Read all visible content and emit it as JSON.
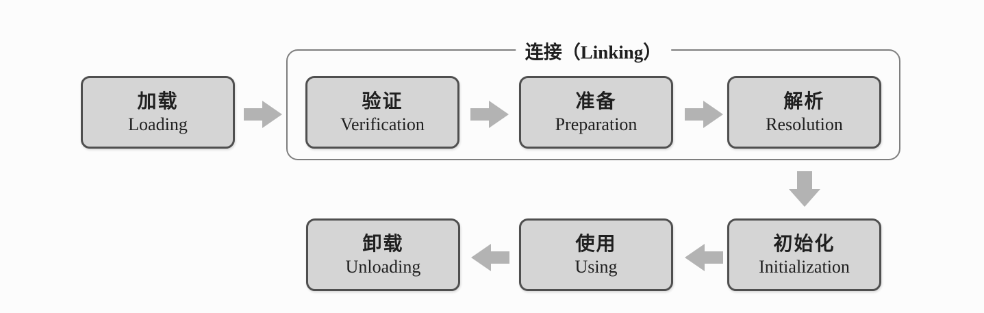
{
  "diagram": {
    "type": "flowchart",
    "group": {
      "label": "连接（Linking）"
    },
    "nodes": [
      {
        "id": "loading",
        "zh": "加载",
        "en": "Loading"
      },
      {
        "id": "verification",
        "zh": "验证",
        "en": "Verification"
      },
      {
        "id": "preparation",
        "zh": "准备",
        "en": "Preparation"
      },
      {
        "id": "resolution",
        "zh": "解析",
        "en": "Resolution"
      },
      {
        "id": "initialization",
        "zh": "初始化",
        "en": "Initialization"
      },
      {
        "id": "using",
        "zh": "使用",
        "en": "Using"
      },
      {
        "id": "unloading",
        "zh": "卸载",
        "en": "Unloading"
      }
    ],
    "edges": [
      {
        "from": "loading",
        "to": "verification",
        "direction": "right"
      },
      {
        "from": "verification",
        "to": "preparation",
        "direction": "right"
      },
      {
        "from": "preparation",
        "to": "resolution",
        "direction": "right"
      },
      {
        "from": "resolution",
        "to": "initialization",
        "direction": "down"
      },
      {
        "from": "initialization",
        "to": "using",
        "direction": "left"
      },
      {
        "from": "using",
        "to": "unloading",
        "direction": "left"
      }
    ],
    "colors": {
      "background": "#fcfcfc",
      "box_fill": "#d5d5d5",
      "box_border": "#4f4f4f",
      "group_border": "#7e7e7e",
      "arrow": "#b3b3b3",
      "text": "#1f1f1f"
    }
  }
}
